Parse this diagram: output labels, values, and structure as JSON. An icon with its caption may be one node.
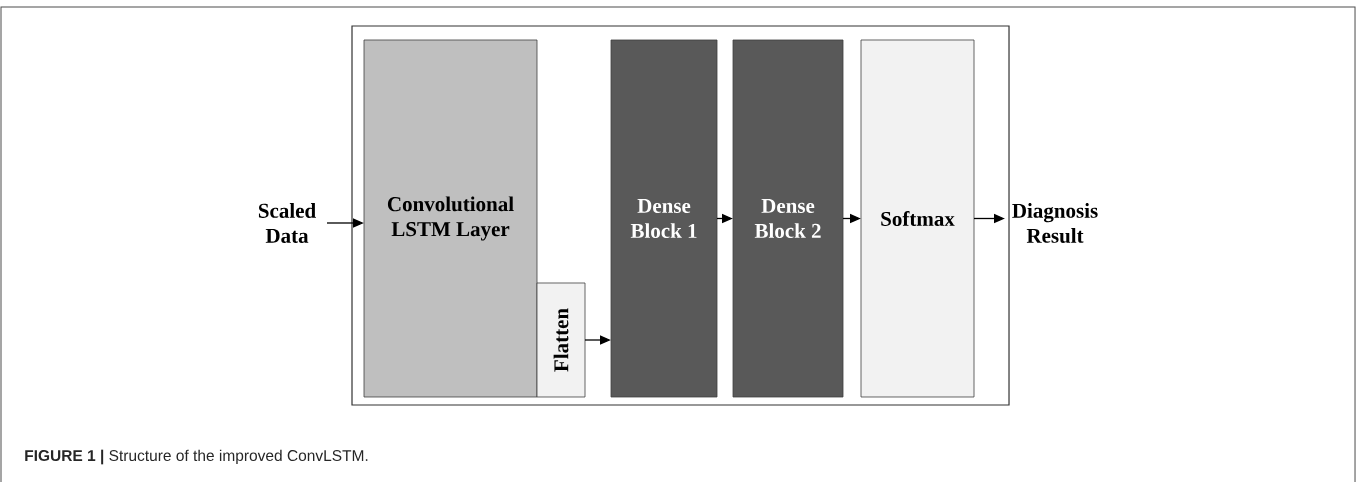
{
  "diagram": {
    "caption": "**FIGURE 1 |** Structure of the improved ConvLSTM.",
    "nodes": [
      {
        "text": [
          "Scaled Data"
        ]
      },
      {
        "text": [],
        "shape": "box"
      },
      {
        "text": [
          "Convolutional LSTM Layer"
        ],
        "in": 1
      },
      {
        "text": [
          "Flatten"
        ],
        "in": 1
      },
      {
        "text": [
          "Dense Block 1"
        ],
        "in": 1
      },
      {
        "text": [
          "Dense Block 2"
        ],
        "in": 1
      },
      {
        "text": [
          "Softmax"
        ],
        "in": 1
      },
      {
        "text": [
          "Diagnosis Result"
        ]
      }
    ],
    "edges": [
      {
        "from": 0,
        "to": 2,
        "arrow": "to"
      },
      {
        "from": 3,
        "to": 4,
        "arrow": "to"
      },
      {
        "from": 4,
        "to": 5,
        "arrow": "to"
      },
      {
        "from": 5,
        "to": 6,
        "arrow": "to"
      },
      {
        "from": 6,
        "to": 7,
        "arrow": "to"
      }
    ]
  }
}
